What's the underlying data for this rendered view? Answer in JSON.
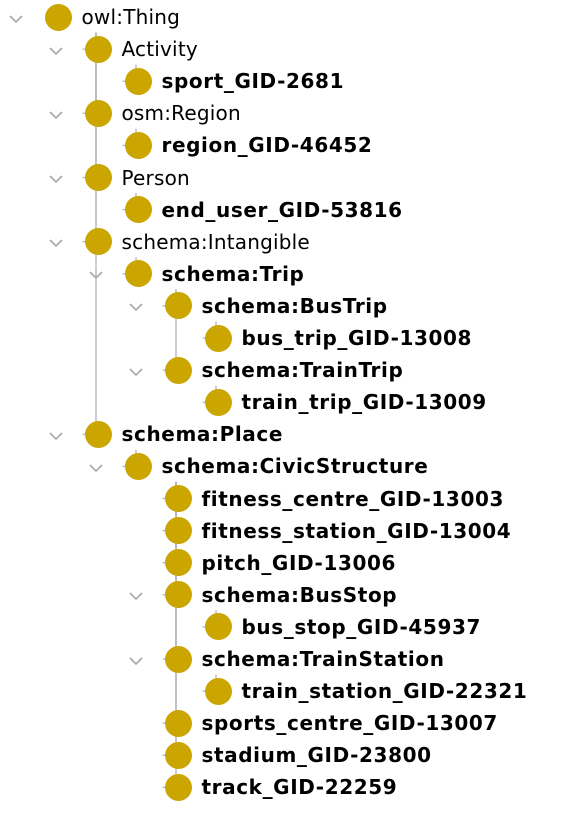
{
  "colors": {
    "node_fill": "#cba500",
    "connector": "#b4b4b4",
    "text": "#000000"
  },
  "icons": {
    "node": "class-circle-icon",
    "expand": "chevron-down-icon"
  },
  "tree": [
    {
      "label": "owl:Thing",
      "bold": false,
      "depth": 0,
      "expanded": true
    },
    {
      "label": "Activity",
      "bold": false,
      "depth": 1,
      "expanded": true
    },
    {
      "label": "sport_GID-2681",
      "bold": true,
      "depth": 2,
      "expanded": null
    },
    {
      "label": "osm:Region",
      "bold": false,
      "depth": 1,
      "expanded": true
    },
    {
      "label": "region_GID-46452",
      "bold": true,
      "depth": 2,
      "expanded": null
    },
    {
      "label": "Person",
      "bold": false,
      "depth": 1,
      "expanded": true
    },
    {
      "label": "end_user_GID-53816",
      "bold": true,
      "depth": 2,
      "expanded": null
    },
    {
      "label": "schema:Intangible",
      "bold": false,
      "depth": 1,
      "expanded": true
    },
    {
      "label": "schema:Trip",
      "bold": true,
      "depth": 2,
      "expanded": true
    },
    {
      "label": "schema:BusTrip",
      "bold": true,
      "depth": 3,
      "expanded": true
    },
    {
      "label": "bus_trip_GID-13008",
      "bold": true,
      "depth": 4,
      "expanded": null
    },
    {
      "label": "schema:TrainTrip",
      "bold": true,
      "depth": 3,
      "expanded": true
    },
    {
      "label": "train_trip_GID-13009",
      "bold": true,
      "depth": 4,
      "expanded": null
    },
    {
      "label": "schema:Place",
      "bold": true,
      "depth": 1,
      "expanded": true
    },
    {
      "label": "schema:CivicStructure",
      "bold": true,
      "depth": 2,
      "expanded": true
    },
    {
      "label": "fitness_centre_GID-13003",
      "bold": true,
      "depth": 3,
      "expanded": null
    },
    {
      "label": "fitness_station_GID-13004",
      "bold": true,
      "depth": 3,
      "expanded": null
    },
    {
      "label": "pitch_GID-13006",
      "bold": true,
      "depth": 3,
      "expanded": null
    },
    {
      "label": "schema:BusStop",
      "bold": true,
      "depth": 3,
      "expanded": true
    },
    {
      "label": "bus_stop_GID-45937",
      "bold": true,
      "depth": 4,
      "expanded": null
    },
    {
      "label": "schema:TrainStation",
      "bold": true,
      "depth": 3,
      "expanded": true
    },
    {
      "label": "train_station_GID-22321",
      "bold": true,
      "depth": 4,
      "expanded": null
    },
    {
      "label": "sports_centre_GID-13007",
      "bold": true,
      "depth": 3,
      "expanded": null
    },
    {
      "label": "stadium_GID-23800",
      "bold": true,
      "depth": 3,
      "expanded": null
    },
    {
      "label": "track_GID-22259",
      "bold": true,
      "depth": 3,
      "expanded": null
    }
  ]
}
